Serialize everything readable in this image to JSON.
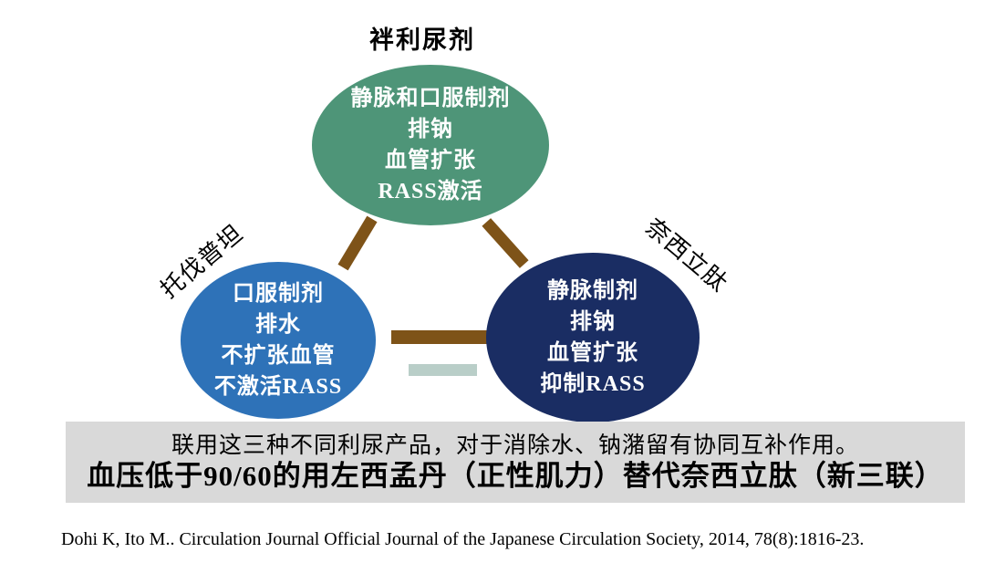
{
  "nodes": {
    "top": {
      "label": "袢利尿剂",
      "lines": [
        "静脉和口服制剂",
        "排钠",
        "血管扩张",
        "RASS激活"
      ],
      "color": "#4E9578"
    },
    "left": {
      "label": "托伐普坦",
      "lines": [
        "口服制剂",
        "排水",
        "不扩张血管",
        "不激活RASS"
      ],
      "color": "#2E72B8"
    },
    "right": {
      "label": "奈西立肽",
      "lines": [
        "静脉制剂",
        "排钠",
        "血管扩张",
        "抑制RASS"
      ],
      "color": "#1A2D63"
    }
  },
  "connectors": {
    "color": "#7E5318",
    "equals_bar_color": "#B9CEC8"
  },
  "summary": {
    "background": "#D9D9D9",
    "line1": "联用这三种不同利尿产品，对于消除水、钠潴留有协同互补作用。",
    "line2": "血压低于90/60的用左西孟丹（正性肌力）替代奈西立肽（新三联）"
  },
  "citation": "Dohi K, Ito M.. Circulation Journal Official Journal of the Japanese Circulation Society, 2014, 78(8):1816-23."
}
